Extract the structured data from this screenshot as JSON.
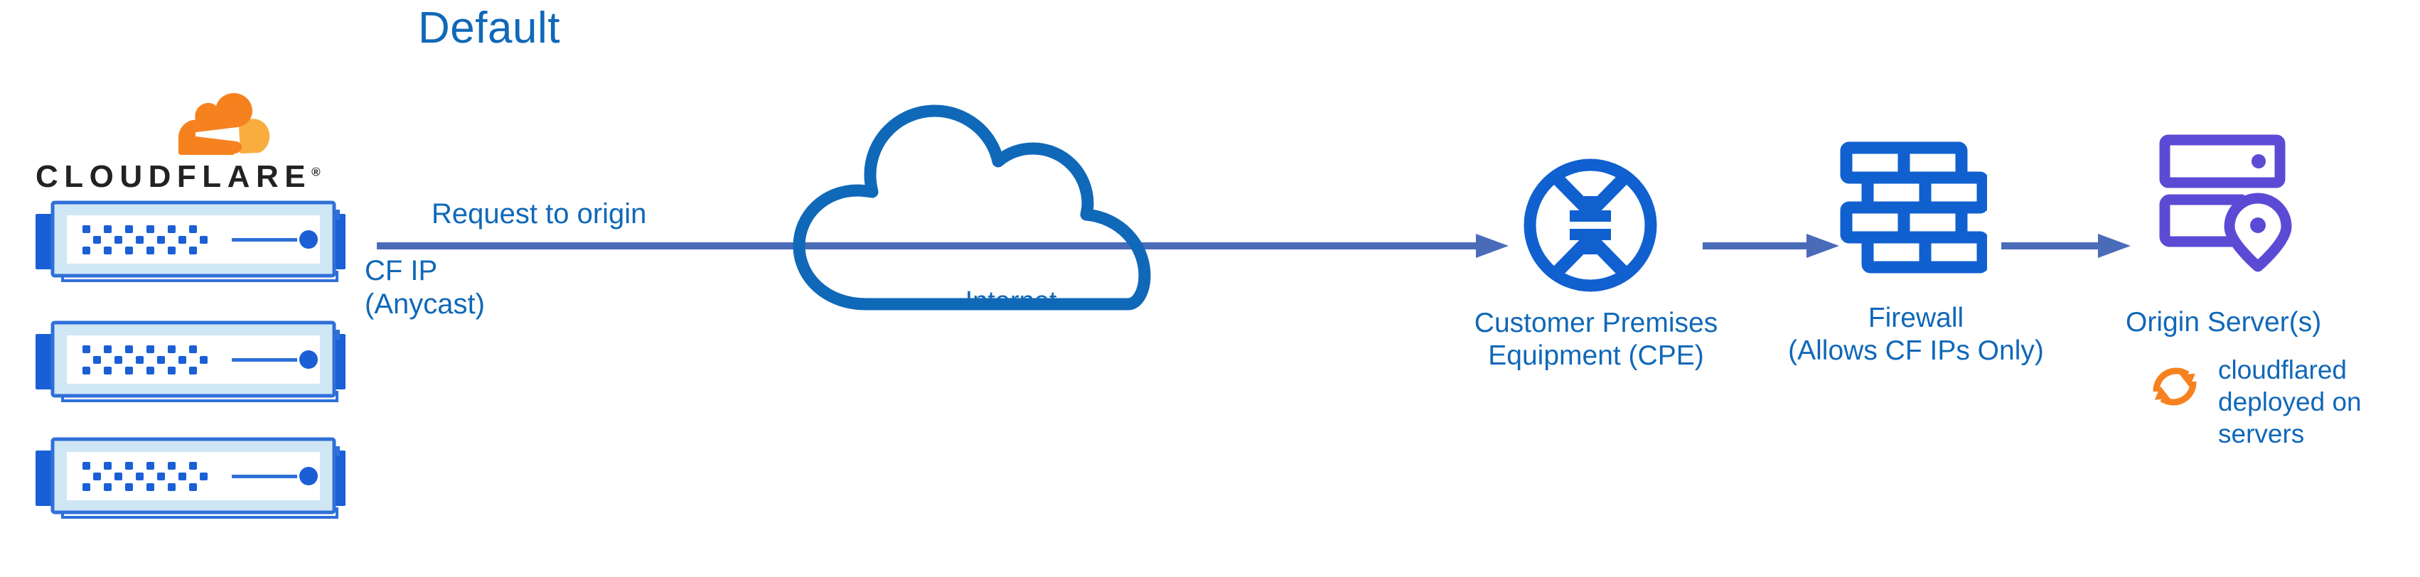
{
  "diagram": {
    "title": "Default",
    "colors": {
      "label_blue": "#1068b8",
      "icon_blue": "#1060d0",
      "arrow_blue": "#4a6cb8",
      "origin_purple": "#5b4bd4",
      "cloudflare_orange": "#f6821f",
      "cloudflare_orange_light": "#faad3f",
      "server_fill": "#cfe7f5",
      "wordmark_dark": "#222222"
    }
  },
  "brand": {
    "wordmark": "CLOUDFLARE",
    "registered_mark": "®",
    "mark_icon": "cloudflare-cloud-icon"
  },
  "edge_servers": {
    "count": 3,
    "icon": "server-appliance-icon",
    "items": [
      {
        "name": "cloudflare-edge-server-1"
      },
      {
        "name": "cloudflare-edge-server-2"
      },
      {
        "name": "cloudflare-edge-server-3"
      }
    ]
  },
  "flow_labels": {
    "request_to_origin": "Request to origin",
    "cf_ip_line1": "CF IP",
    "cf_ip_line2": "(Anycast)"
  },
  "nodes": [
    {
      "id": "internet",
      "label": "Internet",
      "icon": "cloud-icon",
      "color": "#1068b8"
    },
    {
      "id": "cpe",
      "label_line1": "Customer Premises",
      "label_line2": "Equipment (CPE)",
      "icon": "router-icon",
      "color": "#1060d0"
    },
    {
      "id": "firewall",
      "label_line1": "Firewall",
      "label_line2": "(Allows CF IPs Only)",
      "icon": "brick-wall-icon",
      "color": "#1060d0"
    },
    {
      "id": "origin",
      "label": "Origin Server(s)",
      "icon": "server-rack-pin-icon",
      "color": "#5b4bd4"
    }
  ],
  "annotation": {
    "icon": "sync-refresh-icon",
    "line1": "cloudflared",
    "line2": "deployed on",
    "line3": "servers"
  },
  "connectors": [
    {
      "id": "edge-to-cpe",
      "arrowhead": "right",
      "color": "#4a6cb8"
    },
    {
      "id": "cpe-to-firewall",
      "arrowhead": "right",
      "color": "#4a6cb8"
    },
    {
      "id": "firewall-to-origin",
      "arrowhead": "right",
      "color": "#4a6cb8"
    }
  ]
}
